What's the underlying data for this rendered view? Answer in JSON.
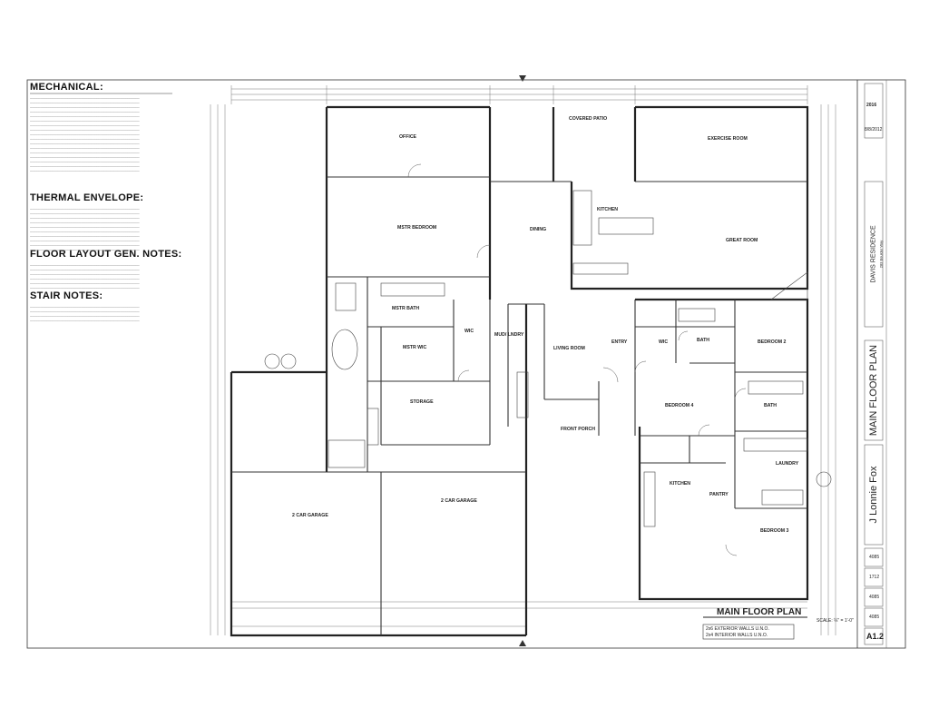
{
  "notes": {
    "mechanical": "MECHANICAL:",
    "thermal": "THERMAL ENVELOPE:",
    "floor": "FLOOR LAYOUT GEN. NOTES:",
    "stair": "STAIR NOTES:"
  },
  "rooms": {
    "office": "OFFICE",
    "covered_patio": "COVERED PATIO",
    "exercise_room": "EXERCISE ROOM",
    "mstr_bedroom": "MSTR BEDROOM",
    "dining": "DINING",
    "kitchen": "KITCHEN",
    "great_room": "GREAT ROOM",
    "mstr_bath": "MSTR BATH",
    "mstr_wic": "MSTR WIC",
    "wic": "WIC",
    "mud_laundry": "MUD/ LNDRY",
    "living_room": "LIVING ROOM",
    "entry": "ENTRY",
    "wic2": "WIC",
    "bath": "BATH",
    "bedroom2": "BEDROOM 2",
    "bedroom4": "BEDROOM 4",
    "bath2": "BATH",
    "storage": "STORAGE",
    "front_porch": "FRONT PORCH",
    "laundry": "LAUNDRY",
    "kitchen2": "KITCHEN",
    "pantry": "PANTRY",
    "bedroom3": "BEDROOM 3",
    "garage1": "2 CAR GARAGE",
    "garage2": "2 CAR GARAGE"
  },
  "plan_title": "MAIN FLOOR PLAN",
  "scale": "SCALE: ¼\" = 1'-0\"",
  "wall_notes": {
    "line1": "2x6 EXTERIOR WALLS U.N.O.",
    "line2": "2x4 INTERIOR WALLS U.N.O."
  },
  "title_block": {
    "project": "DAVIS RESIDENCE",
    "address": "283 Boulder Way",
    "sheet_title": "MAIN FLOOR PLAN",
    "designer": "J Lonnie Fox",
    "date": "8/8/2012",
    "year": "2016",
    "sheet_no": "A1.2",
    "sq1": "4085",
    "sq2": "1712",
    "sq3": "4085",
    "sq4": "4085"
  },
  "colors": {
    "ink": "#2a2a2a",
    "paper": "#ffffff",
    "faint": "#8a8a8a"
  }
}
